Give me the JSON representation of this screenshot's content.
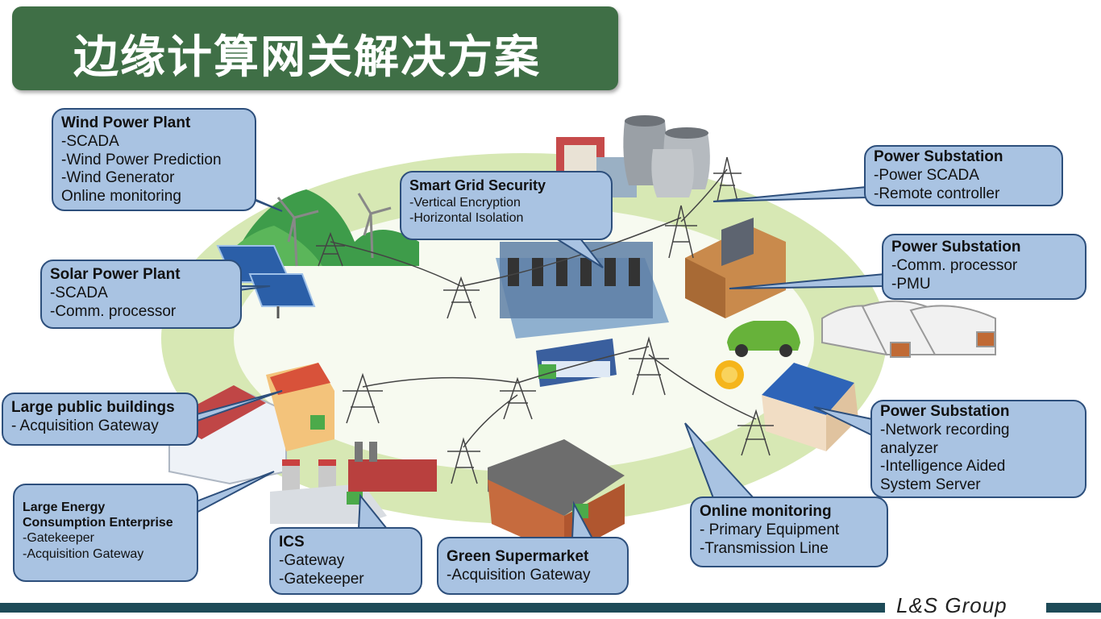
{
  "title": "边缘计算网关解决方案",
  "brand": "L&S Group",
  "colors": {
    "title_bg": "#3f6f46",
    "callout_fill": "#a9c3e2",
    "callout_border": "#2d4f7c",
    "footer": "#1d4a57",
    "ring": "#d7e8b4"
  },
  "callouts": {
    "wind": {
      "heading": "Wind Power Plant",
      "items": [
        "-SCADA",
        "-Wind Power Prediction",
        "-Wind Generator",
        "Online monitoring"
      ]
    },
    "solar": {
      "heading": "Solar Power Plant",
      "items": [
        "-SCADA",
        "-Comm.  processor"
      ]
    },
    "security": {
      "heading": "Smart Grid Security",
      "items": [
        "-Vertical Encryption",
        "-Horizontal Isolation"
      ]
    },
    "substation1": {
      "heading": "Power Substation",
      "items": [
        "-Power SCADA",
        "-Remote controller"
      ]
    },
    "substation2": {
      "heading": "Power Substation",
      "items": [
        "-Comm.  processor",
        "-PMU"
      ]
    },
    "substation3": {
      "heading": "Power Substation",
      "items": [
        "-Network recording",
        "analyzer",
        "-Intelligence Aided",
        "System Server"
      ]
    },
    "public_buildings": {
      "heading": "Large public buildings",
      "items": [
        "- Acquisition Gateway"
      ]
    },
    "energy_enterprise": {
      "heading_line1": "Large Energy",
      "heading_line2": "Consumption Enterprise",
      "items": [
        "-Gatekeeper",
        "-Acquisition Gateway"
      ]
    },
    "ics": {
      "heading": "ICS",
      "items": [
        "-Gateway",
        "-Gatekeeper"
      ]
    },
    "supermarket": {
      "heading": "Green Supermarket",
      "items": [
        "-Acquisition Gateway"
      ]
    },
    "online_monitoring": {
      "heading": "Online monitoring",
      "items": [
        "- Primary Equipment",
        "-Transmission Line"
      ]
    }
  }
}
